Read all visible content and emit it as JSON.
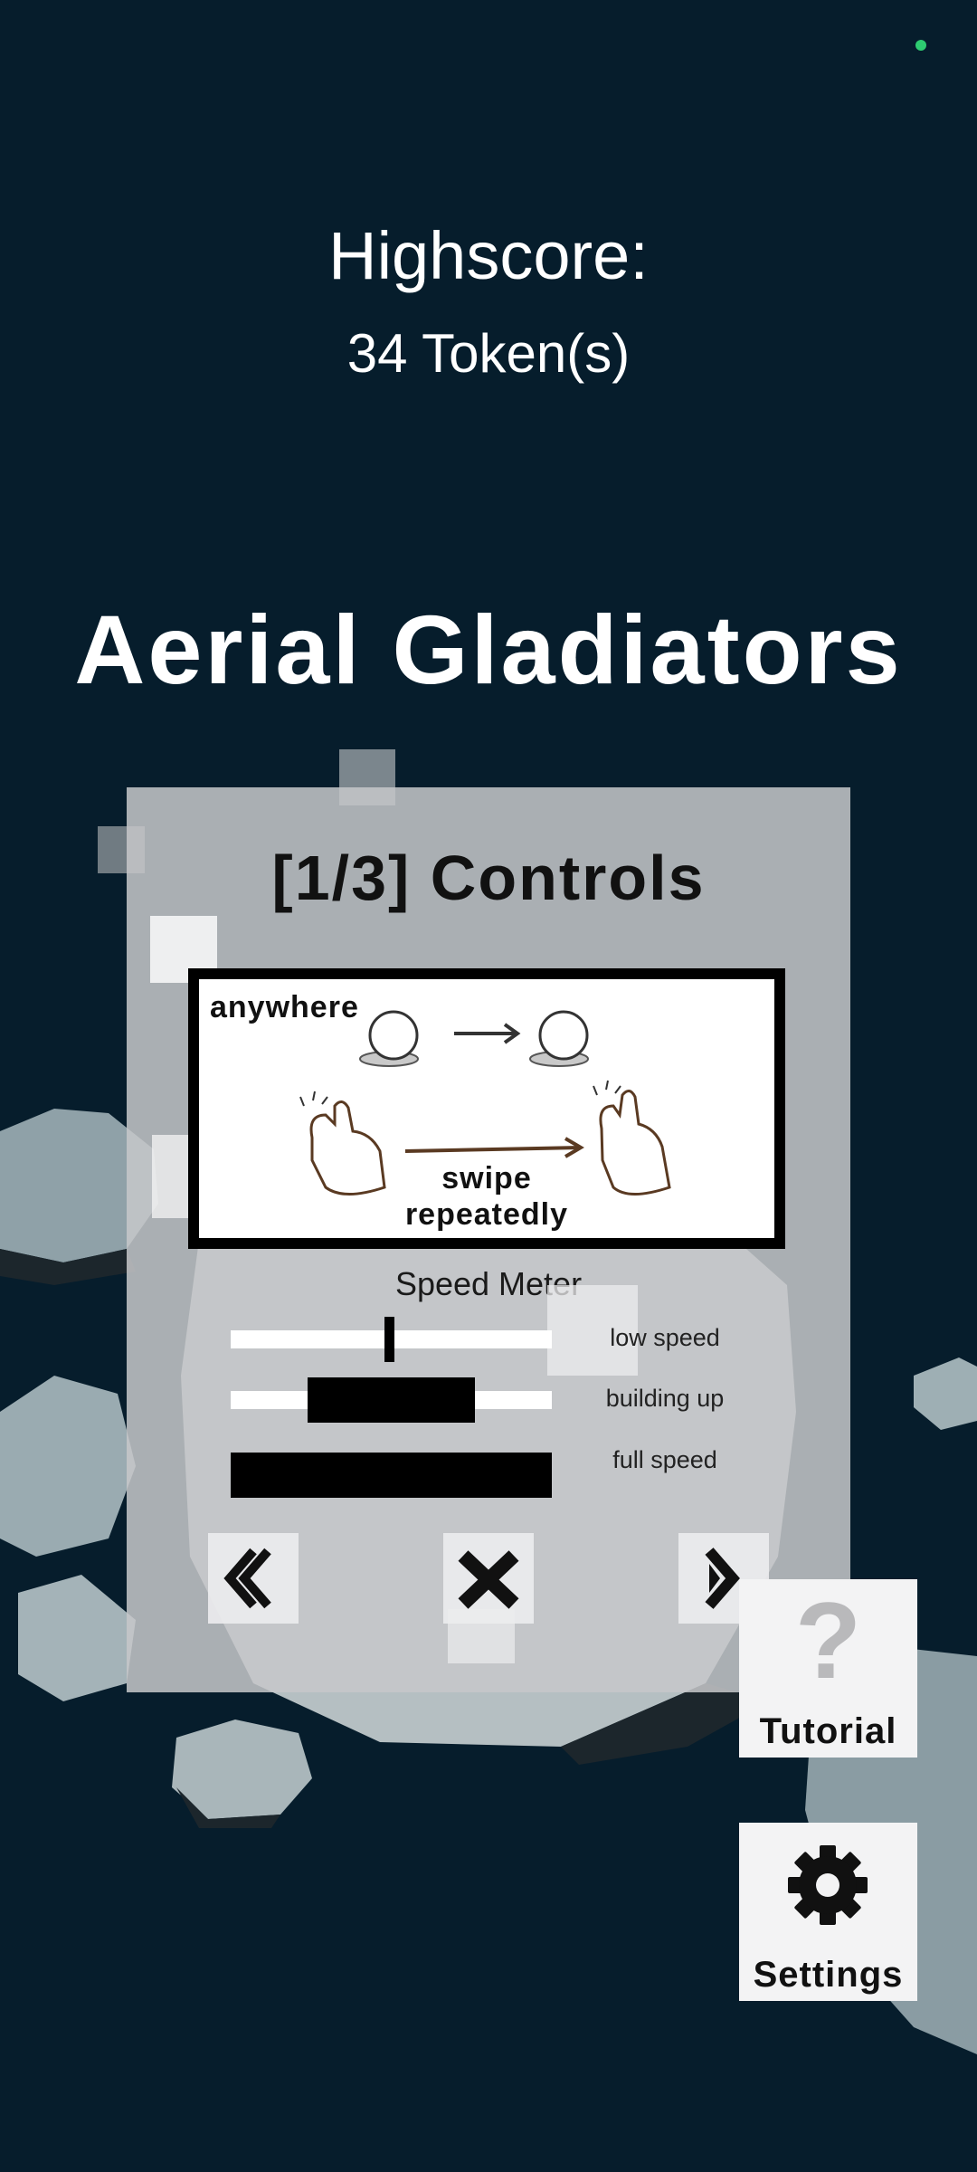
{
  "highscore": {
    "label": "Highscore:",
    "value": "34 Token(s)"
  },
  "game": {
    "title": "Aerial Gladiators"
  },
  "tutorial_panel": {
    "title": "[1/3] Controls",
    "illustration": {
      "top_text": "anywhere",
      "bottom_text_line1": "swipe",
      "bottom_text_line2": "repeatedly"
    },
    "speed_meter": {
      "title": "Speed Meter",
      "rows": [
        {
          "label": "low speed",
          "fill_start": 0.48,
          "fill_end": 0.51
        },
        {
          "label": "building up",
          "fill_start": 0.24,
          "fill_end": 0.76
        },
        {
          "label": "full speed",
          "fill_start": 0.0,
          "fill_end": 1.0
        }
      ]
    },
    "nav": {
      "prev_icon": "chevron-left-icon",
      "close_icon": "close-x-icon",
      "next_icon": "chevron-right-icon"
    }
  },
  "side_buttons": {
    "tutorial": {
      "label": "Tutorial",
      "icon": "question-mark-icon",
      "glyph": "?"
    },
    "settings": {
      "label": "Settings",
      "icon": "gear-icon"
    }
  },
  "status_indicator": {
    "color": "#2ecc71"
  },
  "colors": {
    "background": "#061d2c",
    "panel": "#c6c7c9",
    "text_light": "#ffffff",
    "text_dark": "#111111"
  }
}
